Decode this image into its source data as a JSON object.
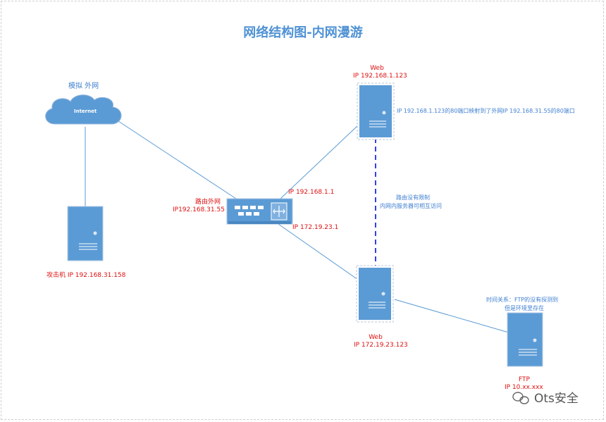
{
  "title": "网络结构图-内网漫游",
  "cloud": {
    "tag": "模拟 外网",
    "text": "Internet"
  },
  "attacker": {
    "label": "攻击机 IP 192.168.31.158"
  },
  "router": {
    "name": "路由外网",
    "wan_ip": "IP192.168.31.55",
    "lan1_ip": "IP 192.168.1.1",
    "lan2_ip": "IP 172.19.23.1"
  },
  "web1": {
    "name": "Web",
    "ip": "IP 192.168.1.123",
    "note": "IP 192.168.1.123的80端口映射到了外网IP 192.168.31.55的80端口"
  },
  "link_note": {
    "line1": "路由没有限制",
    "line2": "内网内服务器可相互访问"
  },
  "web2": {
    "name": "Web",
    "ip": "IP 172.19.23.123"
  },
  "ftp": {
    "note_line1": "时间关系：FTP的没有探测到",
    "note_line2": "但是环境里存在",
    "name": "FTP",
    "ip": "IP 10.xx.xxx"
  },
  "watermark": "Ots安全",
  "colors": {
    "server": "#5b9bd5",
    "server_border": "#a8c4e2",
    "link": "#5b9bd5",
    "dashed_link": "#3340e0",
    "label_red": "#e01010",
    "label_blue": "#3f7fd0"
  }
}
